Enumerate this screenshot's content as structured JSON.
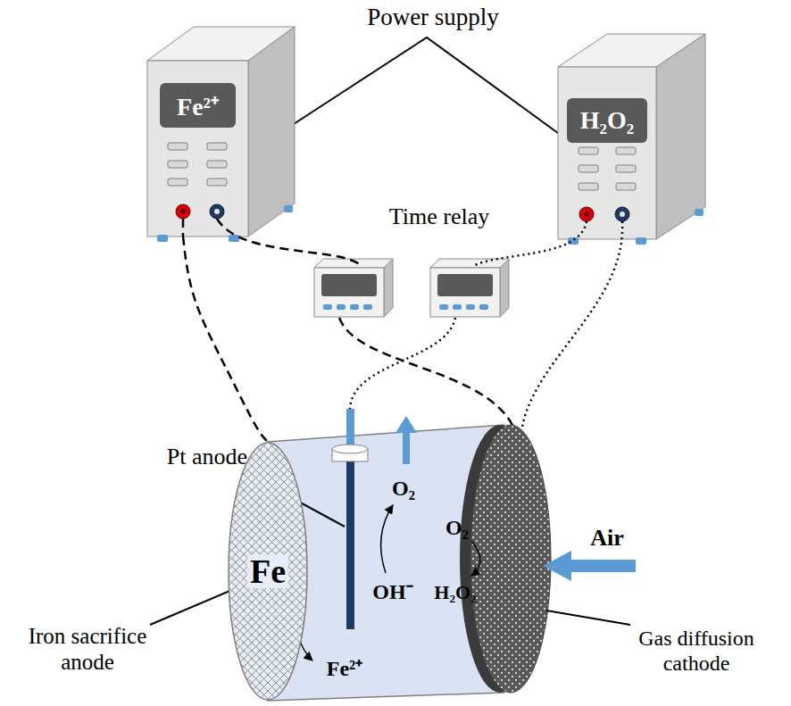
{
  "diagram": {
    "nodes": [
      {
        "text": [
          "Fe²⁺"
        ]
      },
      {
        "text": [
          "H₂O₂"
        ]
      },
      {
        "text": [
          "Fe"
        ]
      }
    ],
    "edges": [
      {
        "from": 0,
        "to": 2,
        "arrow": "none"
      }
    ],
    "labels": [
      "Power supply",
      "Time relay",
      "Pt anode",
      "O₂",
      "OH⁻",
      "O₂",
      "H₂O₂",
      "Fe²⁺",
      "Air",
      "Iron sacrifice anode",
      "Gas diffusion cathode"
    ]
  }
}
